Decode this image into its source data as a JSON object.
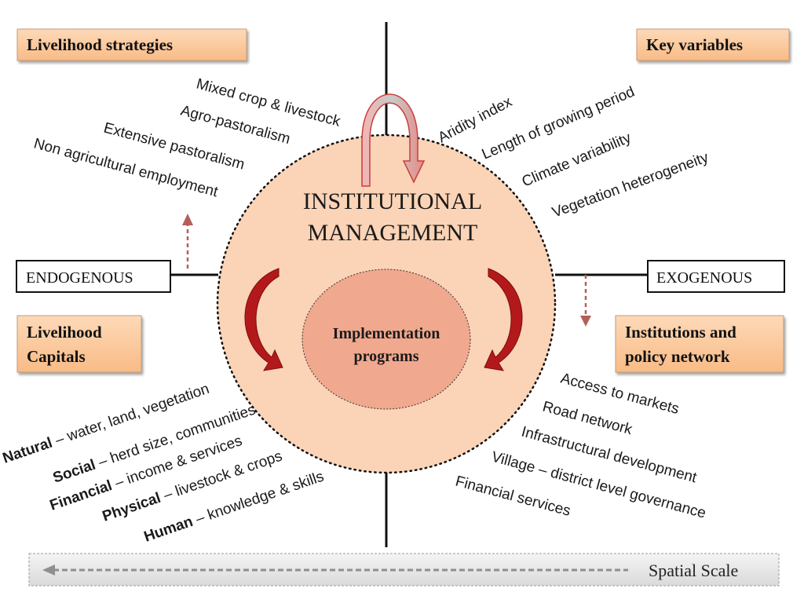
{
  "center": {
    "title_line1": "INSTITUTIONAL",
    "title_line2": "MANAGEMENT",
    "inner_line1": "Implementation",
    "inner_line2": "programs"
  },
  "quadrant_boxes": {
    "top_left": "Livelihood strategies",
    "top_right": "Key variables",
    "bottom_left_line1": "Livelihood",
    "bottom_left_line2": "Capitals",
    "bottom_right_line1": "Institutions and",
    "bottom_right_line2": "policy network"
  },
  "axis_labels": {
    "left": "ENDOGENOUS",
    "right": "EXOGENOUS"
  },
  "livelihood_strategies": [
    "Mixed crop & livestock",
    "Agro-pastoralism",
    "Extensive pastoralism",
    "Non agricultural employment"
  ],
  "key_variables": [
    "Aridity index",
    "Length of growing period",
    "Climate variability",
    "Vegetation heterogeneity"
  ],
  "livelihood_capitals": [
    {
      "name": "Natural",
      "detail": " – water, land, vegetation"
    },
    {
      "name": "Social",
      "detail": " – herd size, communities"
    },
    {
      "name": "Financial",
      "detail": " – income & services"
    },
    {
      "name": "Physical",
      "detail": " – livestock & crops"
    },
    {
      "name": "Human",
      "detail": " – knowledge & skills"
    }
  ],
  "institutions_policy": [
    "Access to markets",
    "Road network",
    "Infrastructural development",
    "Village – district level governance",
    "Financial services"
  ],
  "spatial_scale": "Spatial Scale",
  "colors": {
    "outer_circle": "#fbd3b6",
    "inner_ellipse": "#f0a88e",
    "box_fill": "#fcc79c",
    "box_border": "#c79b74",
    "curved_arrow": "#b3191b",
    "dashed_arrow": "#b3605a"
  }
}
